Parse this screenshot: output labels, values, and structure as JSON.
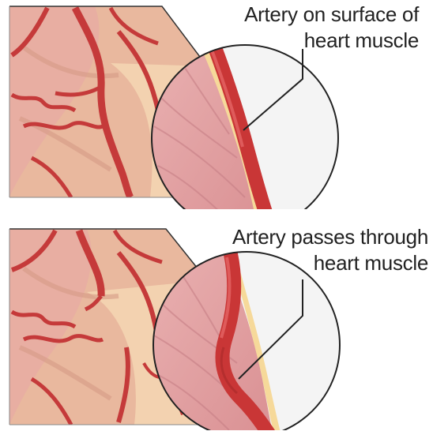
{
  "panels": [
    {
      "caption_line1": "Artery on surface of",
      "caption_line2": "heart muscle"
    },
    {
      "caption_line1": "Artery passes through",
      "caption_line2": "heart muscle"
    }
  ],
  "colors": {
    "tissue": "#f0c9a5",
    "muscle": "#e2a4a4",
    "artery": "#cc3b3b",
    "artery_dark": "#a82a2a",
    "outline": "#222222"
  }
}
